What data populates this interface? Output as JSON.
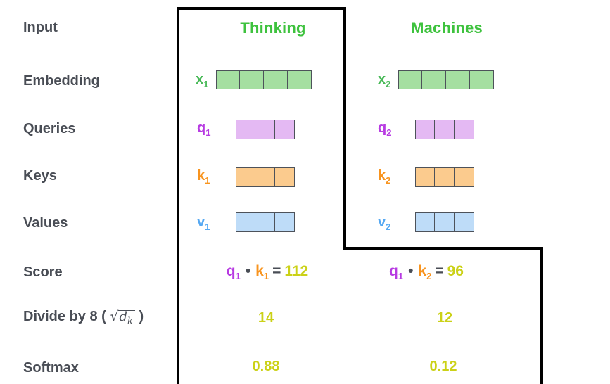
{
  "rows": {
    "input": "Input",
    "embedding": "Embedding",
    "queries": "Queries",
    "keys": "Keys",
    "values": "Values",
    "score": "Score",
    "divide": {
      "prefix": "Divide by 8 ( ",
      "sqrt": "√",
      "radicand": "d",
      "radicand_sub": "k",
      "suffix": " )"
    },
    "softmax": "Softmax"
  },
  "columns": [
    {
      "header": "Thinking",
      "embedding": {
        "label": "x",
        "sub": "1",
        "cells": 4
      },
      "query": {
        "label": "q",
        "sub": "1",
        "cells": 3
      },
      "key": {
        "label": "k",
        "sub": "1",
        "cells": 3
      },
      "value": {
        "label": "v",
        "sub": "1",
        "cells": 3
      },
      "score": {
        "q": "q",
        "q_sub": "1",
        "dot": "•",
        "k": "k",
        "k_sub": "1",
        "eq": "=",
        "result": "112"
      },
      "divided": "14",
      "softmax": "0.88"
    },
    {
      "header": "Machines",
      "embedding": {
        "label": "x",
        "sub": "2",
        "cells": 4
      },
      "query": {
        "label": "q",
        "sub": "2",
        "cells": 3
      },
      "key": {
        "label": "k",
        "sub": "2",
        "cells": 3
      },
      "value": {
        "label": "v",
        "sub": "2",
        "cells": 3
      },
      "score": {
        "q": "q",
        "q_sub": "1",
        "dot": "•",
        "k": "k",
        "k_sub": "2",
        "eq": "=",
        "result": "96"
      },
      "divided": "12",
      "softmax": "0.12"
    }
  ],
  "colors": {
    "header-green": "#3ec23e",
    "x-green": "#48b957",
    "green-fill": "#a5dfa1",
    "purple": "#b73ae2",
    "purple-fill": "#e4b9f3",
    "orange": "#f8941f",
    "orange-fill": "#fbcb8e",
    "blue": "#55a8f2",
    "blue-fill": "#bedcf8",
    "yellow": "#cbd117",
    "ink": "#494d55",
    "cell-border": "#4d525a",
    "frame": "#000000"
  }
}
